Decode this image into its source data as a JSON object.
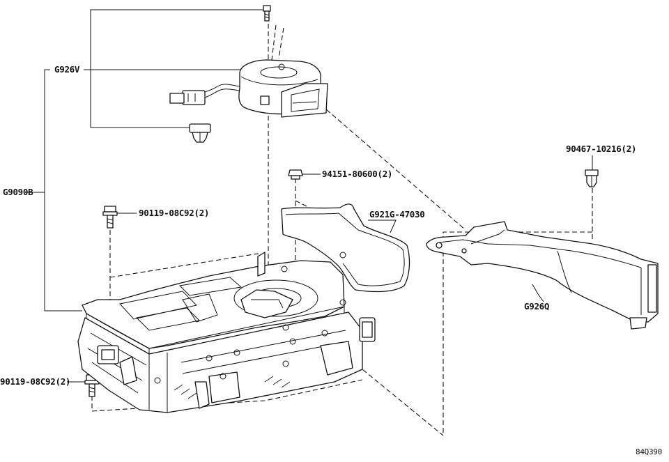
{
  "labels": {
    "sensor_assembly": "G926V",
    "wire_harness": "G9090B",
    "bolt_upper_left": "90119-08C92(2)",
    "bolt_lower_left": "90119-08C92(2)",
    "nut_center": "94151-80600(2)",
    "bracket_center": "G921G-47030",
    "clip_right": "90467-10216(2)",
    "duct_right": "G926Q",
    "figure_code": "84Q390"
  }
}
